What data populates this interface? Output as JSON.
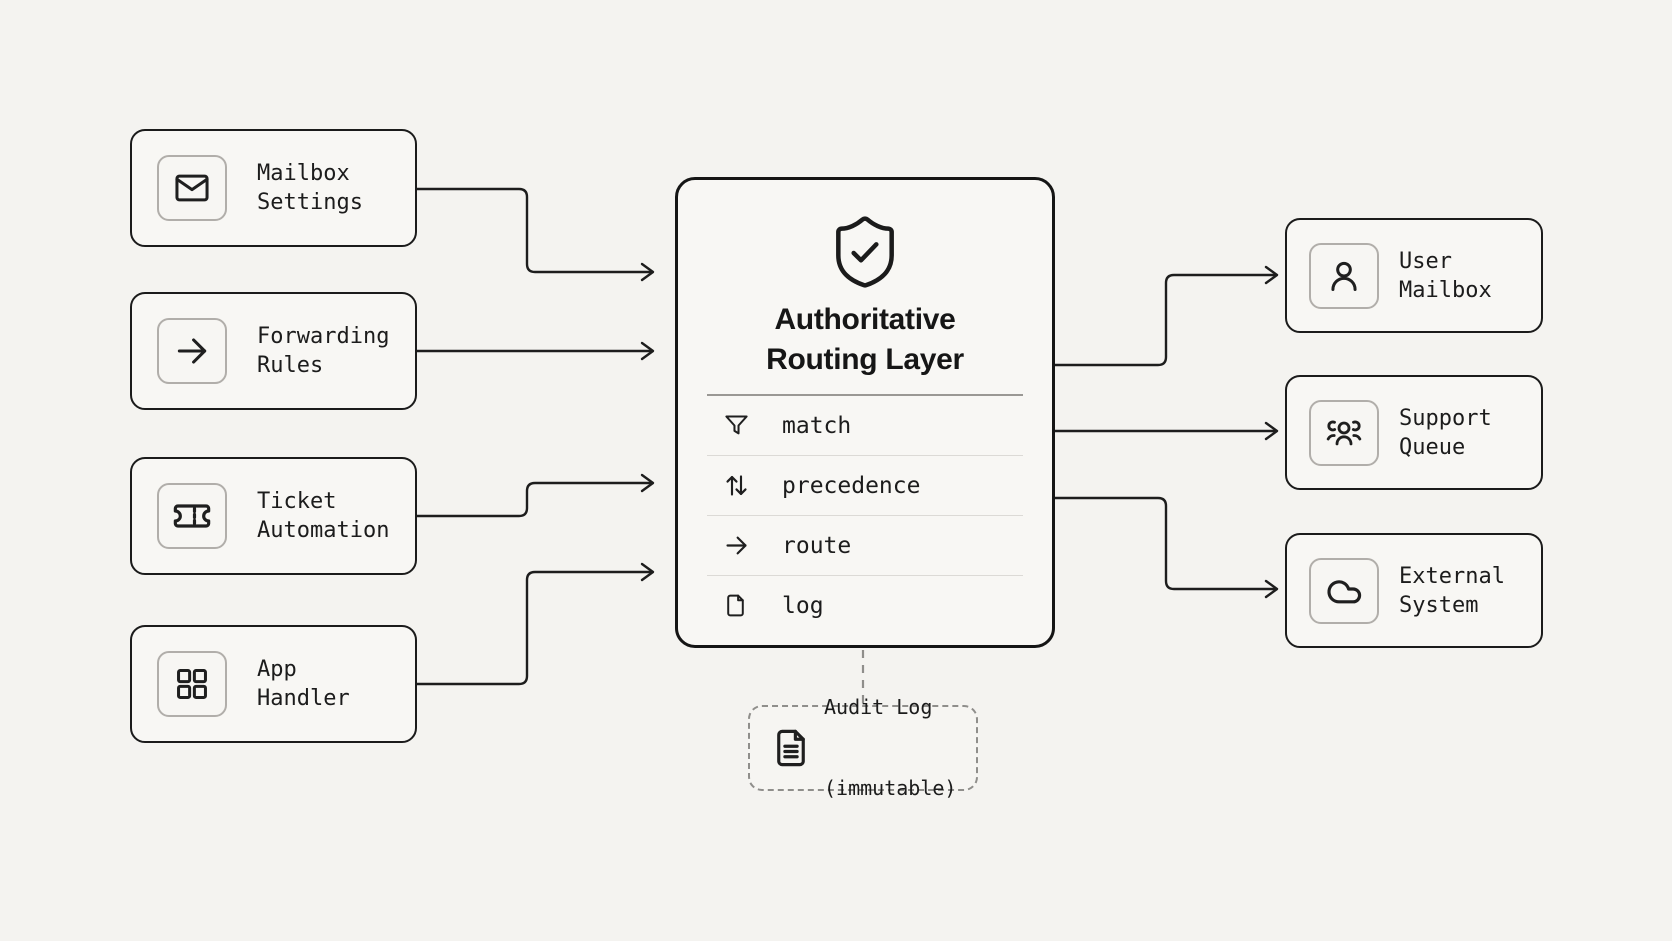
{
  "diagram": {
    "background": "#f4f3f0",
    "line_color": "#1d1d1d",
    "muted_line_color": "#8f8e8b"
  },
  "sources": [
    {
      "icon": "mail-icon",
      "lines": [
        "Mailbox",
        "Settings"
      ]
    },
    {
      "icon": "arrow-right-icon",
      "lines": [
        "Forwarding",
        "Rules"
      ]
    },
    {
      "icon": "ticket-icon",
      "lines": [
        "Ticket",
        "Automation"
      ]
    },
    {
      "icon": "grid-icon",
      "lines": [
        "App",
        "Handler"
      ]
    }
  ],
  "hub": {
    "icon": "shield-check-icon",
    "title_lines": [
      "Authoritative",
      "Routing Layer"
    ],
    "steps": [
      {
        "icon": "filter-icon",
        "label": "match"
      },
      {
        "icon": "arrow-up-down-icon",
        "label": "precedence"
      },
      {
        "icon": "arrow-right-icon",
        "label": "route"
      },
      {
        "icon": "file-icon",
        "label": "log"
      }
    ]
  },
  "targets": [
    {
      "icon": "user-icon",
      "lines": [
        "User",
        "Mailbox"
      ]
    },
    {
      "icon": "users-icon",
      "lines": [
        "Support",
        "Queue"
      ]
    },
    {
      "icon": "cloud-icon",
      "lines": [
        "External",
        "System"
      ]
    }
  ],
  "audit": {
    "icon": "file-text-icon",
    "lines": [
      "Audit Log",
      "(immutable)"
    ]
  }
}
